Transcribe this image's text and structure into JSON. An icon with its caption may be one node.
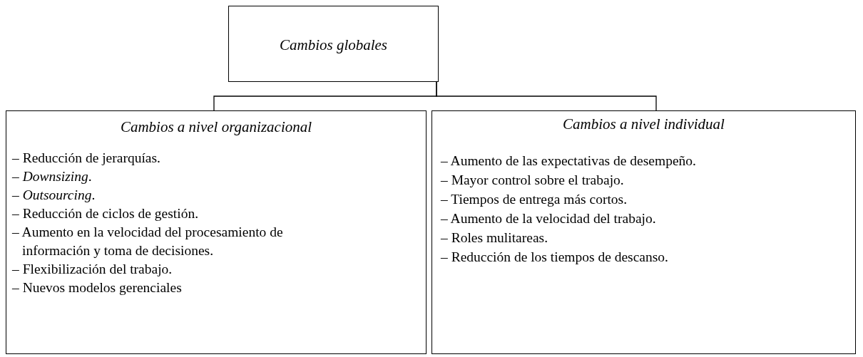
{
  "diagram": {
    "nodes": [
      {
        "text": [
          "Cambios globales"
        ]
      },
      {
        "text": [
          "Cambios a nivel organizacional",
          "– Reducción de jerarquías.",
          "– *Downsizing*.",
          "– *Outsourcing*.",
          "– Reducción de ciclos de gestión.",
          "– Aumento en la velocidad del procesamiento de información y toma de decisiones.",
          "– Flexibilización del trabajo.",
          "– Nuevos modelos gerenciales"
        ]
      },
      {
        "text": [
          "Cambios a nivel individual",
          "– Aumento de las expectativas de desempeño.",
          "– Mayor control sobre el trabajo.",
          "– Tiempos de entrega más cortos.",
          "– Aumento de la velocidad del trabajo.",
          "– Roles mulitareas.",
          "– Reducción de los tiempos de descanso."
        ]
      }
    ],
    "edges": [
      {
        "from": 0,
        "to": 1,
        "arrow": "none"
      },
      {
        "from": 0,
        "to": 2,
        "arrow": "none"
      }
    ]
  }
}
